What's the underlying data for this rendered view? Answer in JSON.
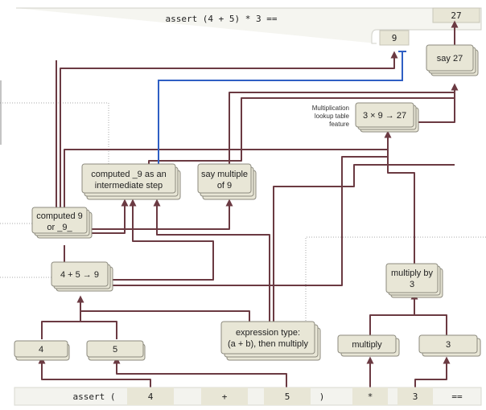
{
  "prompt": {
    "tokens": [
      "assert (",
      "4",
      "+",
      "5",
      ")",
      "*",
      "3",
      "=="
    ],
    "highlighted": [
      false,
      true,
      true,
      true,
      false,
      true,
      true,
      false
    ]
  },
  "output": {
    "text": "assert (4 + 5) * 3 ==",
    "top_prediction": "27",
    "intermediate_prediction": "9"
  },
  "nodes": {
    "four": "4",
    "five": "5",
    "multiply": "multiply",
    "three": "3",
    "expression_type": [
      "expression type:",
      "(a + b), then multiply"
    ],
    "four_plus_five": "4 + 5 → 9",
    "computed_9": [
      "computed 9",
      "or _9_"
    ],
    "computed_9_step": [
      "computed _9 as an",
      "intermediate step"
    ],
    "say_multiple_9": [
      "say multiple",
      "of 9"
    ],
    "multiply_by_3": [
      "multiply by",
      "3"
    ],
    "three_times_nine": "3 × 9 → 27",
    "say_27": "say 27"
  },
  "annotations": {
    "lookup_table": [
      "Multiplication",
      "lookup table",
      "feature"
    ]
  },
  "colors": {
    "edge": "#6b3a42",
    "highlight_edge": "#2f5fc4",
    "node_fill": "#e8e6d6",
    "node_stroke": "#8c8a7e"
  }
}
